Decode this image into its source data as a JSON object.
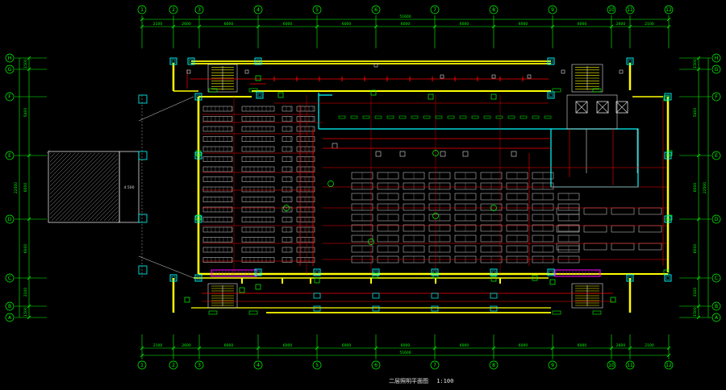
{
  "drawing": {
    "title": "二层照明平面图",
    "scale": "1:100",
    "colors": {
      "background": "#000000",
      "wall": "#ffff00",
      "axis": "#00ff00",
      "dimension": "#00ff00",
      "circuit": "#ff0000",
      "fixture": "#ffffff",
      "device": "#00ff00",
      "column": "#00ffff",
      "stair": "#ffff00",
      "highlight": "#ff00ff"
    }
  },
  "axes": {
    "vertical": [
      "1",
      "2",
      "3",
      "4",
      "5",
      "6",
      "7",
      "8",
      "9",
      "10",
      "11",
      "12"
    ],
    "horizontal": [
      "H",
      "G",
      "F",
      "E",
      "D",
      "C",
      "B",
      "A"
    ]
  },
  "dimensions": {
    "top_segments": [
      "2100",
      "2600",
      "6000",
      "6000",
      "6000",
      "6000",
      "6000",
      "6000",
      "6000",
      "2600",
      "2100"
    ],
    "top_total": "51600",
    "left_segments": [
      "1500",
      "5400",
      "6000",
      "6000",
      "2100",
      "1500"
    ],
    "left_total": "22500"
  },
  "labels": {
    "room_shaded": "",
    "level_mark": "4.500"
  }
}
